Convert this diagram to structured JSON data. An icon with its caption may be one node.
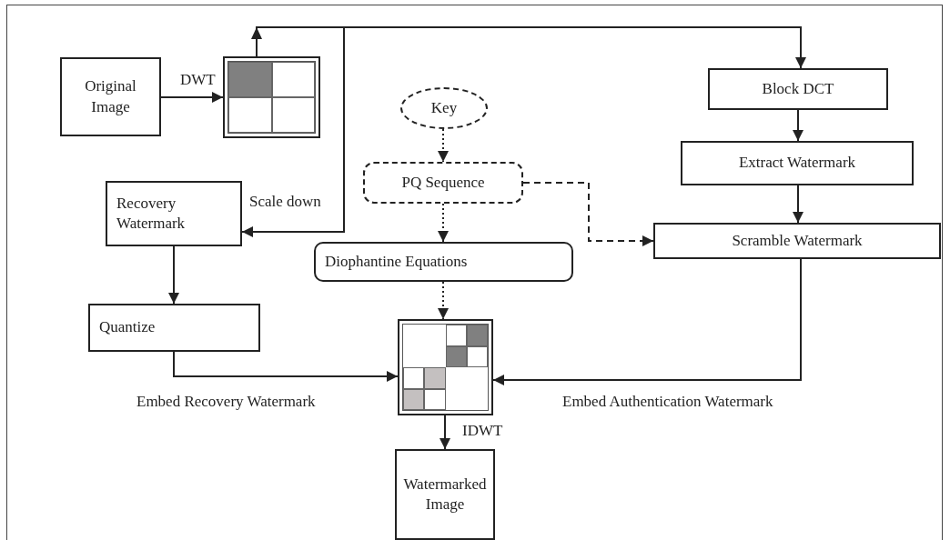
{
  "diagram": {
    "nodes": [
      {
        "text": [
          "Original Image"
        ]
      },
      {
        "text": [],
        "shape": "picture"
      },
      {
        "text": [
          "Key"
        ]
      },
      {
        "text": [
          "Block DCT"
        ]
      },
      {
        "text": [
          "PQ Sequence"
        ]
      },
      {
        "text": [
          "Recovery Watermark"
        ]
      },
      {
        "text": [
          "Extract Watermark"
        ]
      },
      {
        "text": [
          "Diophantine Equations"
        ]
      },
      {
        "text": [
          "Scramble Watermark"
        ]
      },
      {
        "text": [
          "Quantize"
        ]
      },
      {
        "text": [],
        "shape": "picture"
      },
      {
        "text": [
          "Watermarked Image"
        ]
      }
    ],
    "edges": [
      {
        "from": 0,
        "to": 1,
        "arrow": "to",
        "label": "DWT"
      },
      {
        "from": 1,
        "to": 3,
        "arrow": "to"
      },
      {
        "from": 1,
        "to": 5,
        "arrow": "to",
        "label": "Scale down"
      },
      {
        "from": 2,
        "to": 4,
        "arrow": "to",
        "style": "dashed"
      },
      {
        "from": 4,
        "to": 7,
        "arrow": "to",
        "style": "dashed"
      },
      {
        "from": 4,
        "to": 8,
        "arrow": "to",
        "style": "dashed"
      },
      {
        "from": 7,
        "to": 10,
        "arrow": "to",
        "style": "dashed"
      },
      {
        "from": 3,
        "to": 6,
        "arrow": "to"
      },
      {
        "from": 6,
        "to": 8,
        "arrow": "to"
      },
      {
        "from": 5,
        "to": 9,
        "arrow": "to"
      },
      {
        "from": 9,
        "to": 10,
        "arrow": "to",
        "label": "Embed Recovery Watermark"
      },
      {
        "from": 8,
        "to": 10,
        "arrow": "to",
        "label": "Embed Authentication Watermark"
      },
      {
        "from": 10,
        "to": 11,
        "arrow": "to",
        "label": "IDWT"
      }
    ]
  }
}
